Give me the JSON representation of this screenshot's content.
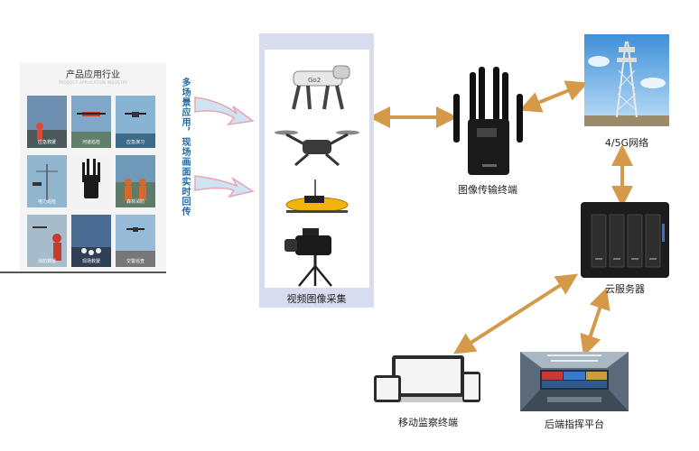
{
  "industry_panel": {
    "title": "产品应用行业",
    "subtitle": "PRODUCT APPLICATION INDUSTRY",
    "tiles": [
      {
        "label": "应急救援",
        "bg": "#6d8fb0"
      },
      {
        "label": "河道巡检",
        "bg": "#7fa7c8"
      },
      {
        "label": "应急演习",
        "bg": "#88b4d4"
      },
      {
        "label": "电力巡检",
        "bg": "#8fb5cf"
      },
      {
        "label": "",
        "bg": "#f3f3f3"
      },
      {
        "label": "森林消防",
        "bg": "#6f9ab7"
      },
      {
        "label": "消防救援",
        "bg": "#a7bccb"
      },
      {
        "label": "现场救援",
        "bg": "#4b6c92"
      },
      {
        "label": "交警巡查",
        "bg": "#97bad8"
      }
    ]
  },
  "vertical_caption": "多场景应用，现场画面实时回传",
  "capture_panel": {
    "label": "视频图像采集"
  },
  "nodes": {
    "transmitter": "图像传输终端",
    "network": "4/5G网络",
    "cloud": "云服务器",
    "mobile": "移动监察终端",
    "command": "后端指挥平台"
  },
  "device_marks": {
    "robot_dog": "Go2"
  },
  "colors": {
    "arrow": "#d49a4a",
    "panel_border": "#d7dcee",
    "caption_blue": "#1f6aa5"
  }
}
